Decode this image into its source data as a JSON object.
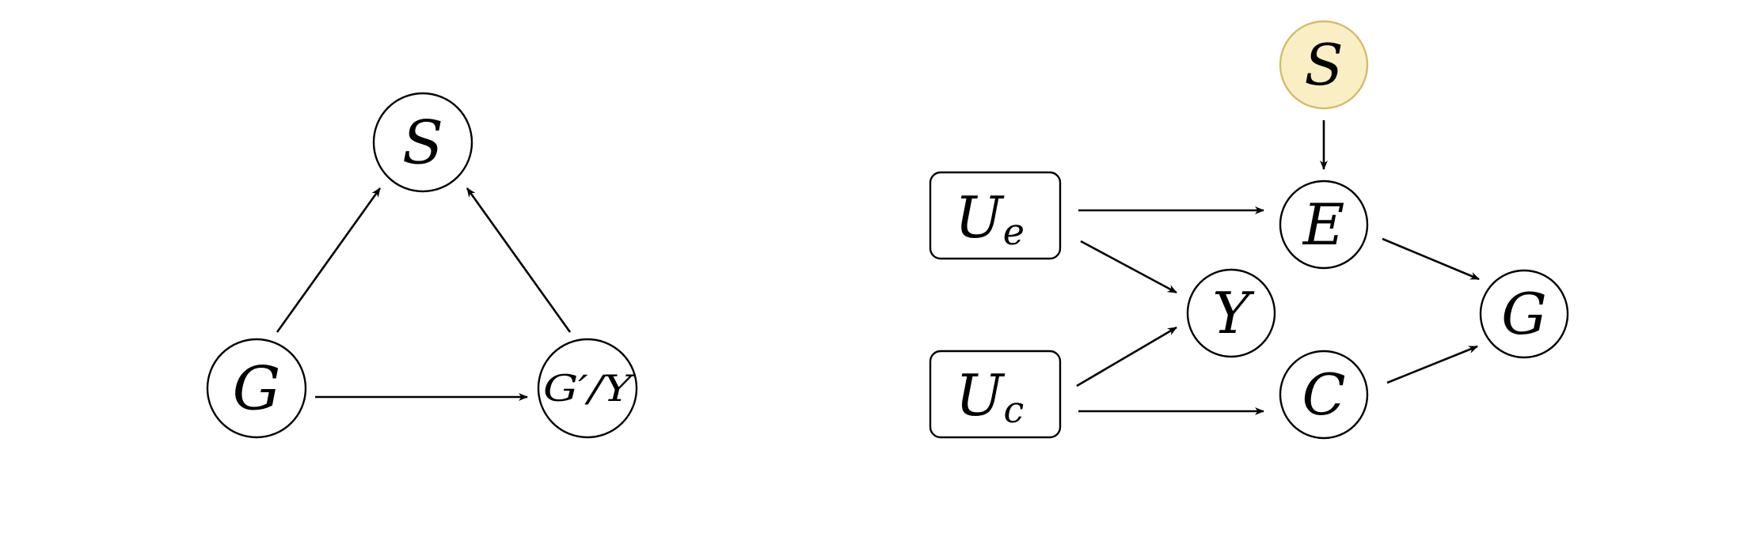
{
  "colors": {
    "stroke": "#000000",
    "background": "#ffffff",
    "highlight_fill": "#faefc4",
    "highlight_stroke": "#d4bc6a"
  },
  "left_diagram": {
    "nodes": {
      "S": {
        "label": "S"
      },
      "G": {
        "label": "G"
      },
      "GY": {
        "label": "G′/Y"
      }
    },
    "edges": [
      {
        "from": "G",
        "to": "S"
      },
      {
        "from": "GY",
        "to": "S"
      },
      {
        "from": "G",
        "to": "GY"
      }
    ]
  },
  "right_diagram": {
    "nodes": {
      "S": {
        "label": "S",
        "highlighted": true
      },
      "Ue": {
        "label": "U",
        "subscript": "e"
      },
      "Uc": {
        "label": "U",
        "subscript": "c"
      },
      "E": {
        "label": "E"
      },
      "Y": {
        "label": "Y"
      },
      "C": {
        "label": "C"
      },
      "G": {
        "label": "G"
      }
    },
    "edges": [
      {
        "from": "S",
        "to": "E"
      },
      {
        "from": "Ue",
        "to": "E"
      },
      {
        "from": "Ue",
        "to": "Y"
      },
      {
        "from": "Uc",
        "to": "Y"
      },
      {
        "from": "Uc",
        "to": "C"
      },
      {
        "from": "E",
        "to": "G"
      },
      {
        "from": "C",
        "to": "G"
      }
    ]
  }
}
